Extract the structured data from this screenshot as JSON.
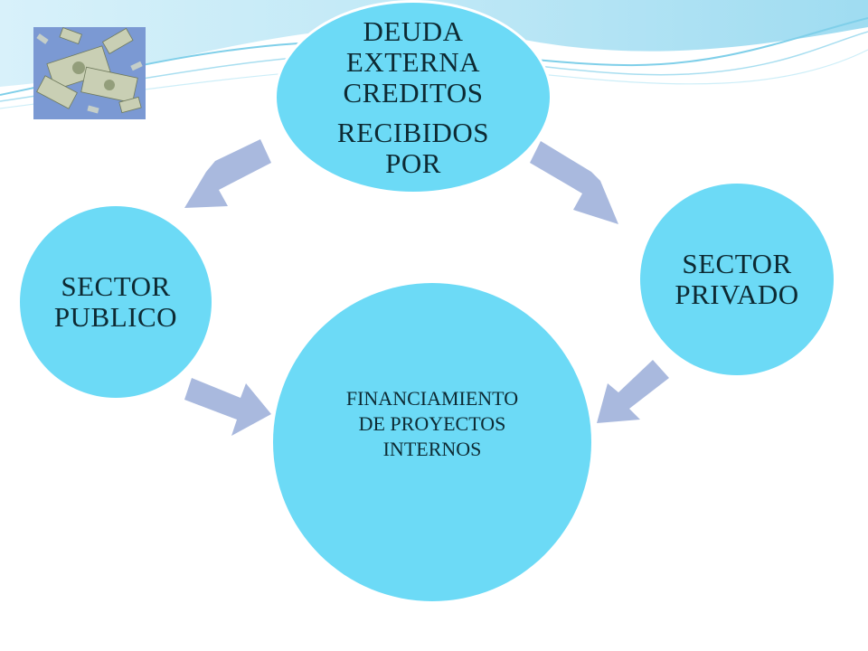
{
  "diagram": {
    "top": {
      "line1": "DEUDA",
      "line2": "EXTERNA",
      "line3": "CREDITOS",
      "line4": "RECIBIDOS",
      "line5": "POR"
    },
    "left": {
      "line1": "SECTOR",
      "line2": "PUBLICO"
    },
    "right": {
      "line1": "SECTOR",
      "line2": "PRIVADO"
    },
    "center": {
      "line1": "FINANCIAMIENTO",
      "line2": "DE PROYECTOS",
      "line3": "INTERNOS"
    }
  },
  "colors": {
    "node_fill": "#6cdaf6",
    "arrow_fill": "#a9b9de",
    "wave_light": "#bfe8f6",
    "wave_dark": "#7fcfe9"
  },
  "image": {
    "icon": "money-bills-image"
  }
}
